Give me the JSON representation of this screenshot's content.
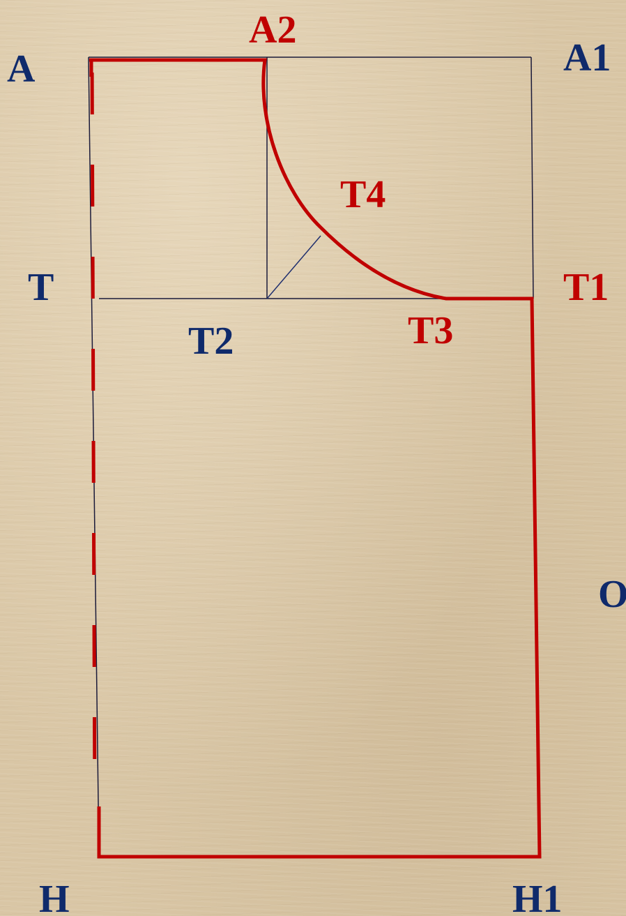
{
  "diagram": {
    "labels": {
      "A": "A",
      "A1": "A1",
      "A2": "A2",
      "T": "T",
      "T1": "T1",
      "T2": "T2",
      "T3": "T3",
      "T4": "T4",
      "O": "O",
      "H": "H",
      "H1": "H1"
    },
    "colors": {
      "background": "#d9c6a5",
      "construction_line": "#1a1a3a",
      "diagonal_line": "#1f2f6e",
      "pattern_outline": "#c00000",
      "label_blue": "#0f2a6b",
      "label_red": "#c00000"
    }
  }
}
